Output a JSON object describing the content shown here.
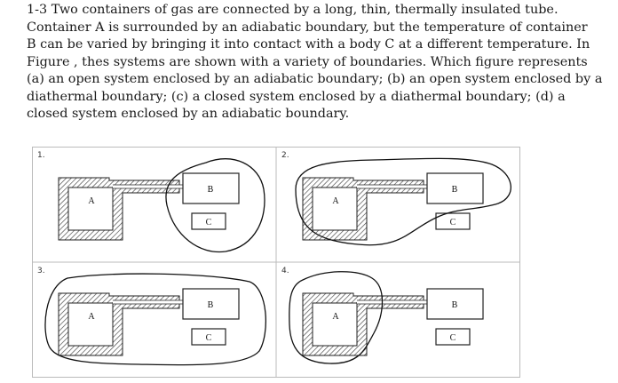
{
  "problem": {
    "lines": [
      "1-3 Two containers of gas are connected by a long, thin, thermally insulated tube.",
      "Container A is surrounded by an adiabatic boundary, but the temperature of container",
      "B can be varied by bringing it into contact with a body C at a different temperature. In",
      "Figure , thes systems are shown with a variety of boundaries. Which figure represents",
      "(a) an open system enclosed by an adiabatic boundary; (b) an open system enclosed by a",
      "diathermal boundary; (c) a closed system enclosed by a diathermal boundary; (d) a",
      "closed system enclosed by an adiabatic boundary."
    ]
  },
  "figures": [
    {
      "number": "1.",
      "labels": {
        "a": "A",
        "b": "B",
        "c": "C"
      }
    },
    {
      "number": "2.",
      "labels": {
        "a": "A",
        "b": "B",
        "c": "C"
      }
    },
    {
      "number": "3.",
      "labels": {
        "a": "A",
        "b": "B",
        "c": "C"
      }
    },
    {
      "number": "4.",
      "labels": {
        "a": "A",
        "b": "B",
        "c": "C"
      }
    }
  ]
}
